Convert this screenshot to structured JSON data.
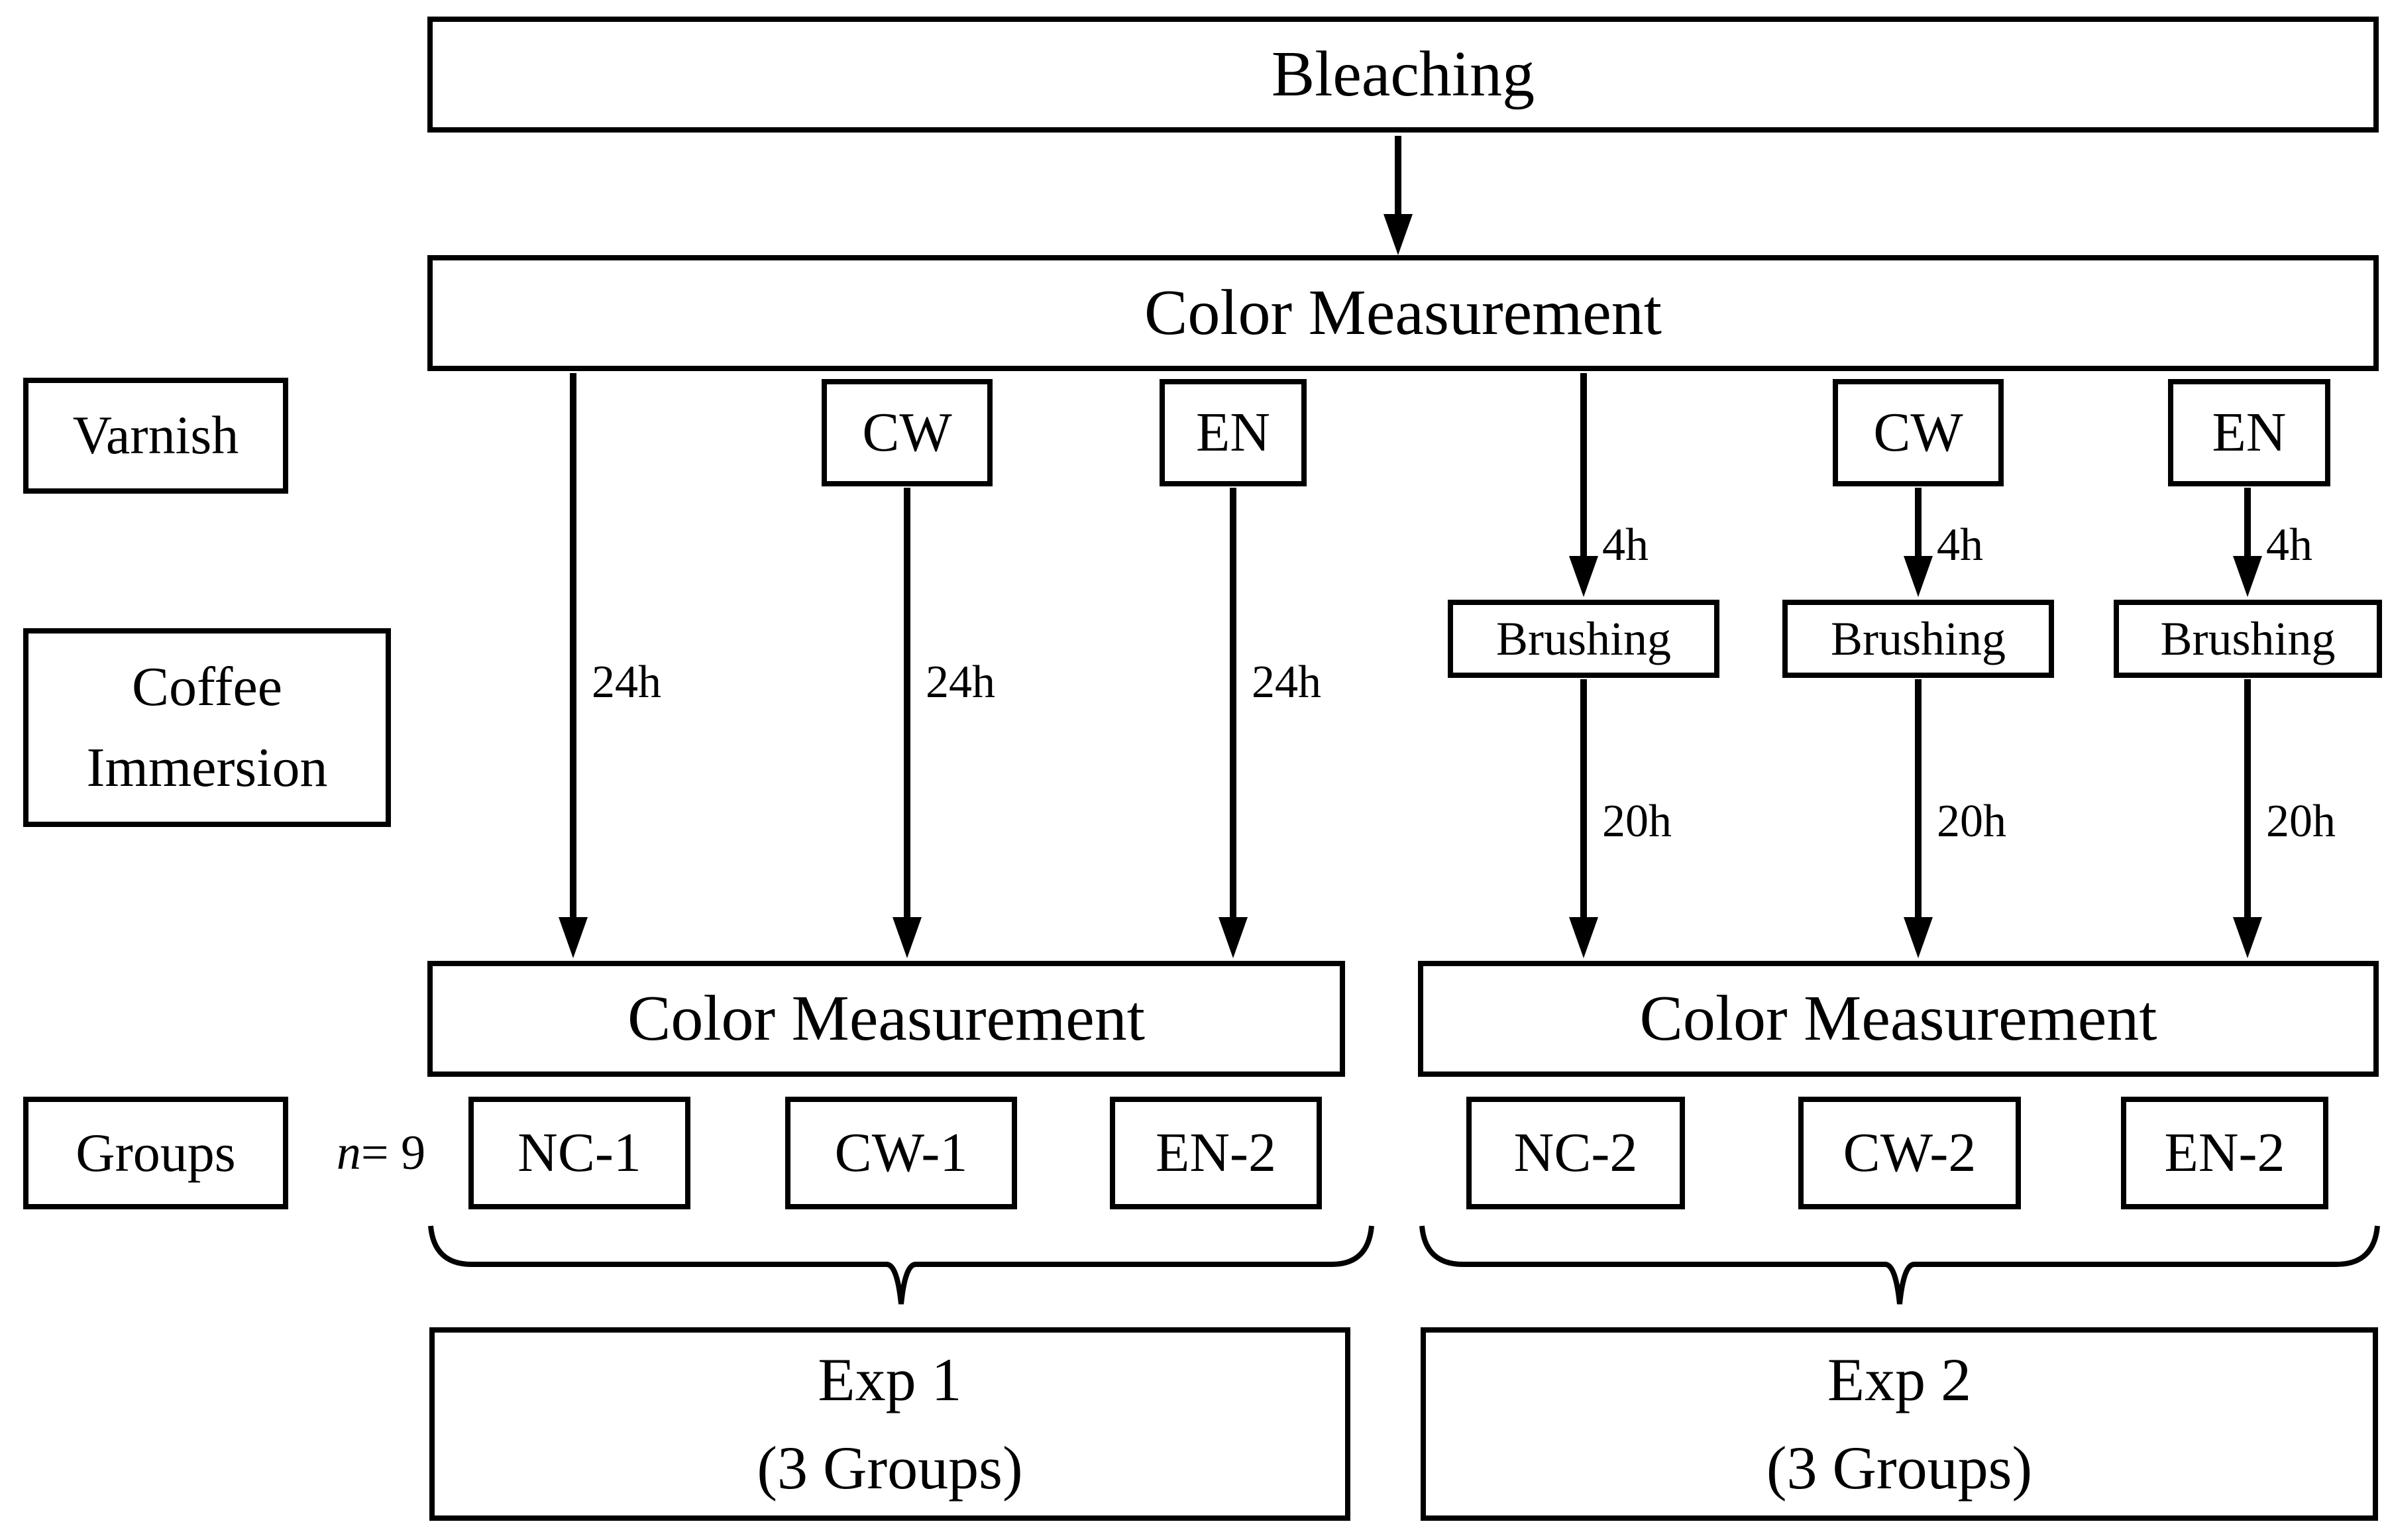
{
  "diagram": {
    "bleaching": "Bleaching",
    "color_measurement": "Color Measurement",
    "varnish_label": "Varnish",
    "coffee_immersion": {
      "line1": "Coffee",
      "line2": "Immersion"
    },
    "groups_label": "Groups",
    "sample_size": {
      "symbol": "n",
      "value": " = 9"
    },
    "varnish_types": {
      "cw": "CW",
      "en": "EN"
    },
    "brushing_label": "Brushing",
    "durations": {
      "varnish_4h": "4h",
      "immersion_24h": "24h",
      "immersion_20h": "20h"
    },
    "groups_exp1": [
      "NC-1",
      "CW-1",
      "EN-2"
    ],
    "groups_exp2": [
      "NC-2",
      "CW-2",
      "EN-2"
    ],
    "exp1": {
      "line1": "Exp 1",
      "line2": "(3 Groups)"
    },
    "exp2": {
      "line1": "Exp 2",
      "line2": "(3 Groups)"
    },
    "colors": {
      "ink": "#000000",
      "background": "#ffffff"
    }
  }
}
